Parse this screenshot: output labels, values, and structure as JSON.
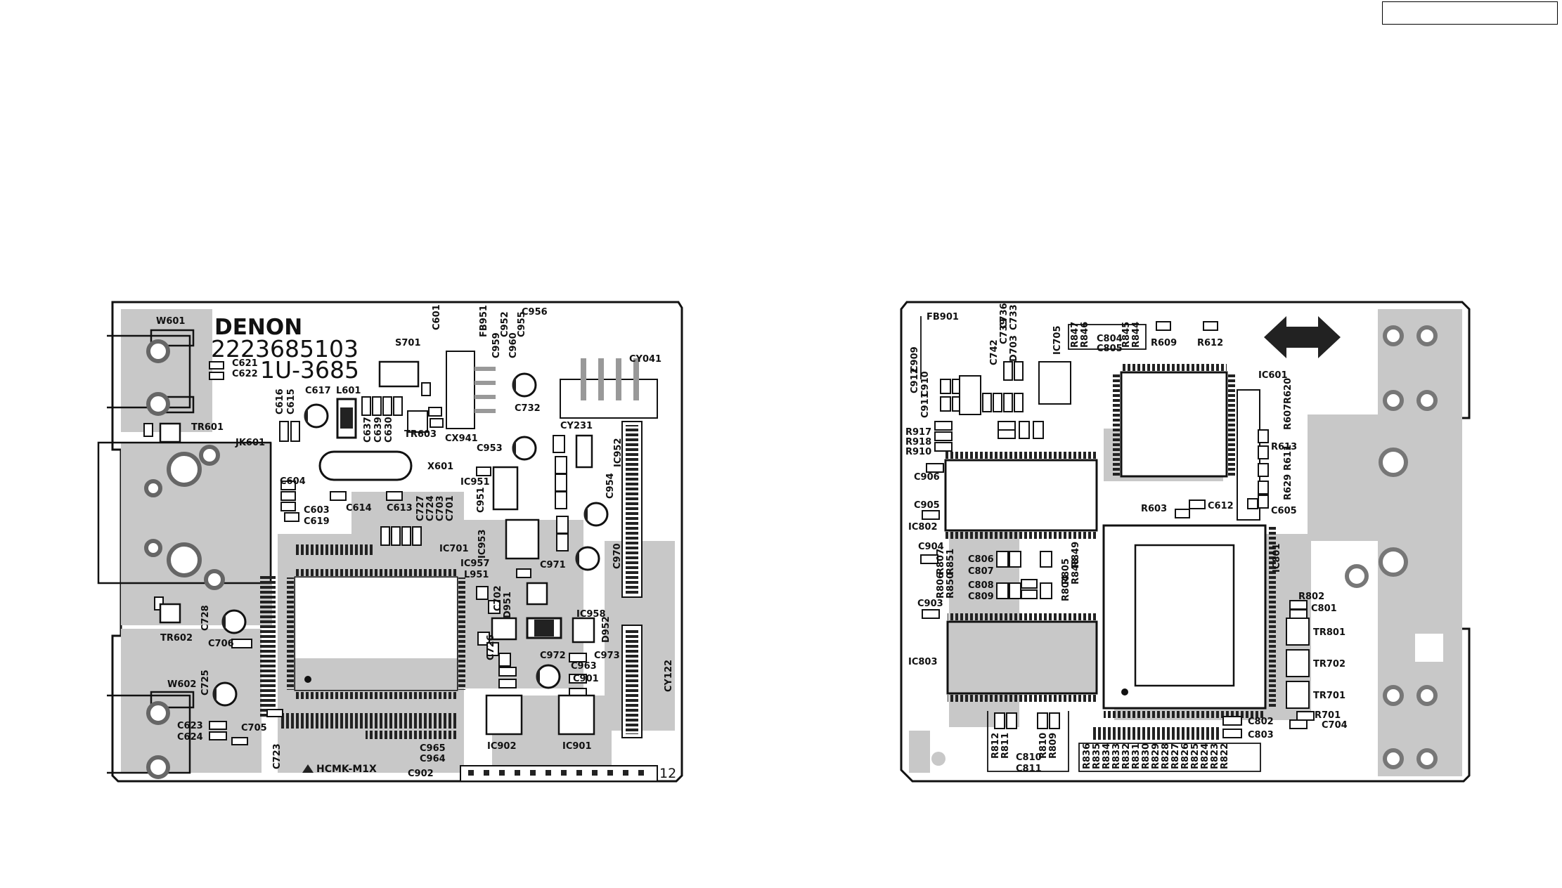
{
  "left_board": {
    "brand": "DENON",
    "part_number": "2223685103",
    "board_code": "1U-3685",
    "model_marking": "HCMK-M1X",
    "pin_end_label": "12",
    "labels": [
      "W601",
      "C621",
      "C622",
      "S701",
      "C601",
      "FB951",
      "C959",
      "C952",
      "C960",
      "C955",
      "C956",
      "CY041",
      "C616",
      "C615",
      "C617",
      "L601",
      "C637",
      "C639",
      "C630",
      "TR603",
      "CX941",
      "C732",
      "TR601",
      "JK601",
      "C953",
      "CY231",
      "IC952",
      "X601",
      "C604",
      "C603",
      "C619",
      "C614",
      "C613",
      "C727",
      "C724",
      "C703",
      "C701",
      "IC951",
      "C951",
      "C954",
      "IC701",
      "IC953",
      "IC957",
      "L951",
      "C971",
      "C970",
      "C702",
      "D951",
      "IC958",
      "D952",
      "C728",
      "TR602",
      "C706",
      "C726",
      "C972",
      "C973",
      "C963",
      "C901",
      "CY122",
      "W602",
      "C725",
      "C623",
      "C624",
      "C705",
      "C723",
      "IC902",
      "IC901",
      "C965",
      "C964",
      "C902"
    ]
  },
  "right_board": {
    "labels": [
      "FB901",
      "C742",
      "C739",
      "C736",
      "D703",
      "C733",
      "IC705",
      "R847",
      "R846",
      "C804",
      "C805",
      "R845",
      "R844",
      "R609",
      "R612",
      "IC601",
      "C912",
      "C909",
      "C911",
      "C910",
      "R917",
      "R918",
      "R910",
      "R607",
      "R620",
      "R613",
      "R611",
      "R629",
      "C906",
      "C905",
      "IC802",
      "R603",
      "C612",
      "C605",
      "C904",
      "R807",
      "R806",
      "R851",
      "R850",
      "C806",
      "C807",
      "C808",
      "C809",
      "R805",
      "R804",
      "R849",
      "R848",
      "IC801",
      "C903",
      "R802",
      "C801",
      "TR801",
      "IC803",
      "TR702",
      "TR701",
      "R701",
      "C704",
      "R812",
      "R811",
      "C810",
      "C811",
      "R810",
      "R809",
      "C802",
      "C803",
      "R836",
      "R835",
      "R834",
      "R833",
      "R832",
      "R831",
      "R830",
      "R829",
      "R828",
      "R827",
      "R826",
      "R825",
      "R824",
      "R823",
      "R822"
    ]
  },
  "colors": {
    "ink": "#111111",
    "copper": "#c8c8c8",
    "board": "#ffffff"
  }
}
